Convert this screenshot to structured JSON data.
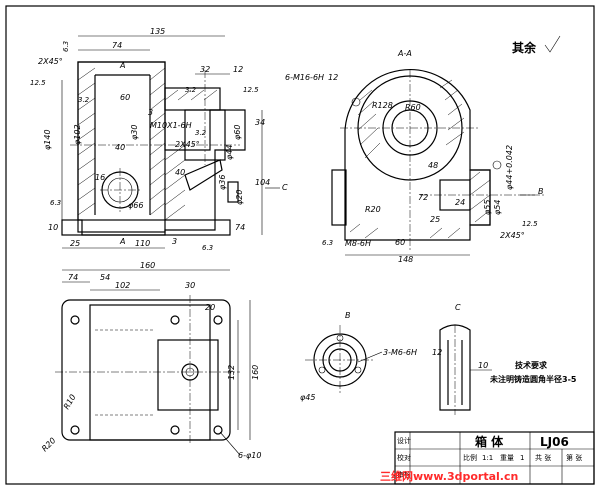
{
  "front_view": {
    "section_mark_left": "A",
    "section_mark_right": "A",
    "dims": {
      "d135": "135",
      "d74": "74",
      "d32": "32",
      "d12": "12",
      "d60": "60",
      "d40": "40",
      "d16": "16",
      "d40b": "40",
      "d25": "25",
      "d110": "110",
      "d3": "3",
      "d3b": "3",
      "d10": "10",
      "d74b": "74",
      "d104": "104",
      "d34": "34"
    },
    "diameters": {
      "phi140": "φ140",
      "phi102": "φ102",
      "phi30": "φ30",
      "phi60": "φ60",
      "phi44": "φ44",
      "phi36": "φ36",
      "phi20": "φ20",
      "phi66": "φ66"
    },
    "callouts": {
      "chamfer_top": "2X45°",
      "chamfer_mid": "2X45°",
      "thread": "M10X1-6H",
      "rough_12_5": "12.5",
      "rough_6_3": "6.3",
      "rough_3_2": "3.2",
      "rough_12_5b": "12.5",
      "rough_6_3b": "6.3",
      "rough_3_2b": "3.2",
      "rough_3_2c": "3.2",
      "rough_6_3c": "6.3"
    },
    "view_arrow_label": "C"
  },
  "section_view": {
    "title": "A-A",
    "dims": {
      "thread_top": "6-M16-6H",
      "thread_top_depth": "12",
      "r128": "R128",
      "r60": "R60",
      "d48": "48",
      "d72": "72",
      "d24": "24",
      "r20": "R20",
      "d60": "60",
      "d148": "148",
      "m8": "M8-6H",
      "phi44": "φ44+0.042",
      "phi55": "φ55",
      "phi54": "φ54",
      "chamfer": "2X45°",
      "rough_12_5": "12.5",
      "rough_6_3": "6.3",
      "d25": "25"
    },
    "view_arrow_label": "B"
  },
  "top_view": {
    "dims": {
      "d160": "160",
      "d74": "74",
      "d54": "54",
      "d102": "102",
      "d30": "30",
      "d20": "20",
      "d132": "132",
      "d160b": "160",
      "r10": "R10",
      "r20": "R20",
      "holes": "6-φ10"
    }
  },
  "view_b": {
    "label": "B",
    "dim_phi45": "φ45",
    "thread": "3-M6-6H",
    "thread_depth": "12"
  },
  "view_c": {
    "label": "C",
    "dim_10": "10"
  },
  "surface_finish_note": "其余",
  "tech_requirements": {
    "title": "技术要求",
    "line1": "未注明铸造圆角半径3-5"
  },
  "title_block": {
    "part_name": "箱 体",
    "drawing_no": "LJ06",
    "row1_c1": "设计",
    "row2_c1": "校对",
    "row3_c1": "审核",
    "scale_label": "比例",
    "scale_value": "1:1",
    "weight_label": "重量",
    "weight_value": "1",
    "count_label": "共 张",
    "sheet_label": "第 张"
  },
  "watermark": "三维网www.3dportal.cn"
}
